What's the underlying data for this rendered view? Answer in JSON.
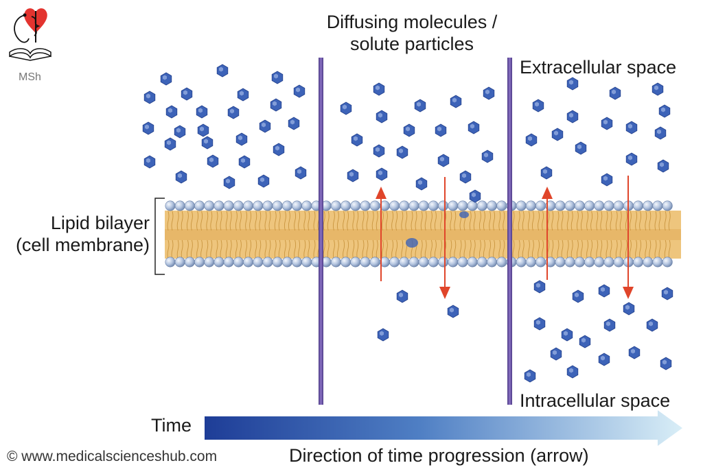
{
  "logo": {
    "text": "MSh",
    "icon": "stethoscope-heart-book-icon"
  },
  "labels": {
    "top_center": [
      "Diffusing molecules /",
      "solute particles"
    ],
    "extracellular": "Extracellular space",
    "intracellular": "Intracellular space",
    "membrane": [
      "Lipid bilayer",
      "(cell membrane)"
    ],
    "time": "Time",
    "time_caption": "Direction of time progression (arrow)",
    "credit": "© www.medicalscienceshub.com"
  },
  "colors": {
    "molecule": "#3d63b8",
    "membrane_tail": "#e6b868",
    "head_bead": "#a9bddb",
    "divider": "#6a4ea0",
    "arrow_red": "#e0452a",
    "time_arrow_start": "#1f3f9a",
    "time_arrow_end": "#cfe6f4"
  }
}
